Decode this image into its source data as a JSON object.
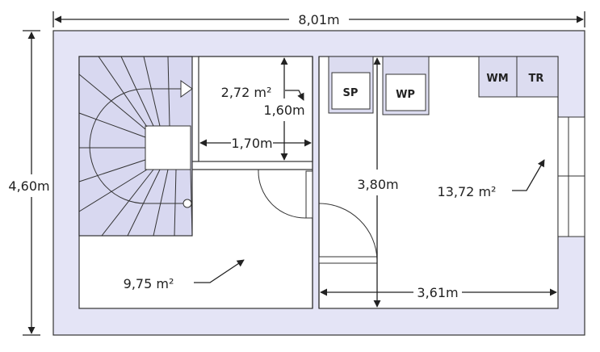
{
  "colors": {
    "floor": "#e4e4f6",
    "room": "#ffffff",
    "stair": "#d8d8f0",
    "fixture": "#dcdcf0",
    "line": "#333333"
  },
  "dimensions": {
    "total_width": "8,01m",
    "total_height": "4,60m",
    "bath_height": "1,60m",
    "bath_width": "1,70m",
    "kitchen_height": "3,80m",
    "kitchen_width": "3,61m"
  },
  "areas": {
    "bath": "2,72 m²",
    "hall": "9,75 m²",
    "kitchen": "13,72 m²"
  },
  "fixtures": {
    "sp": "SP",
    "wp": "WP",
    "wm": "WM",
    "tr": "TR"
  }
}
